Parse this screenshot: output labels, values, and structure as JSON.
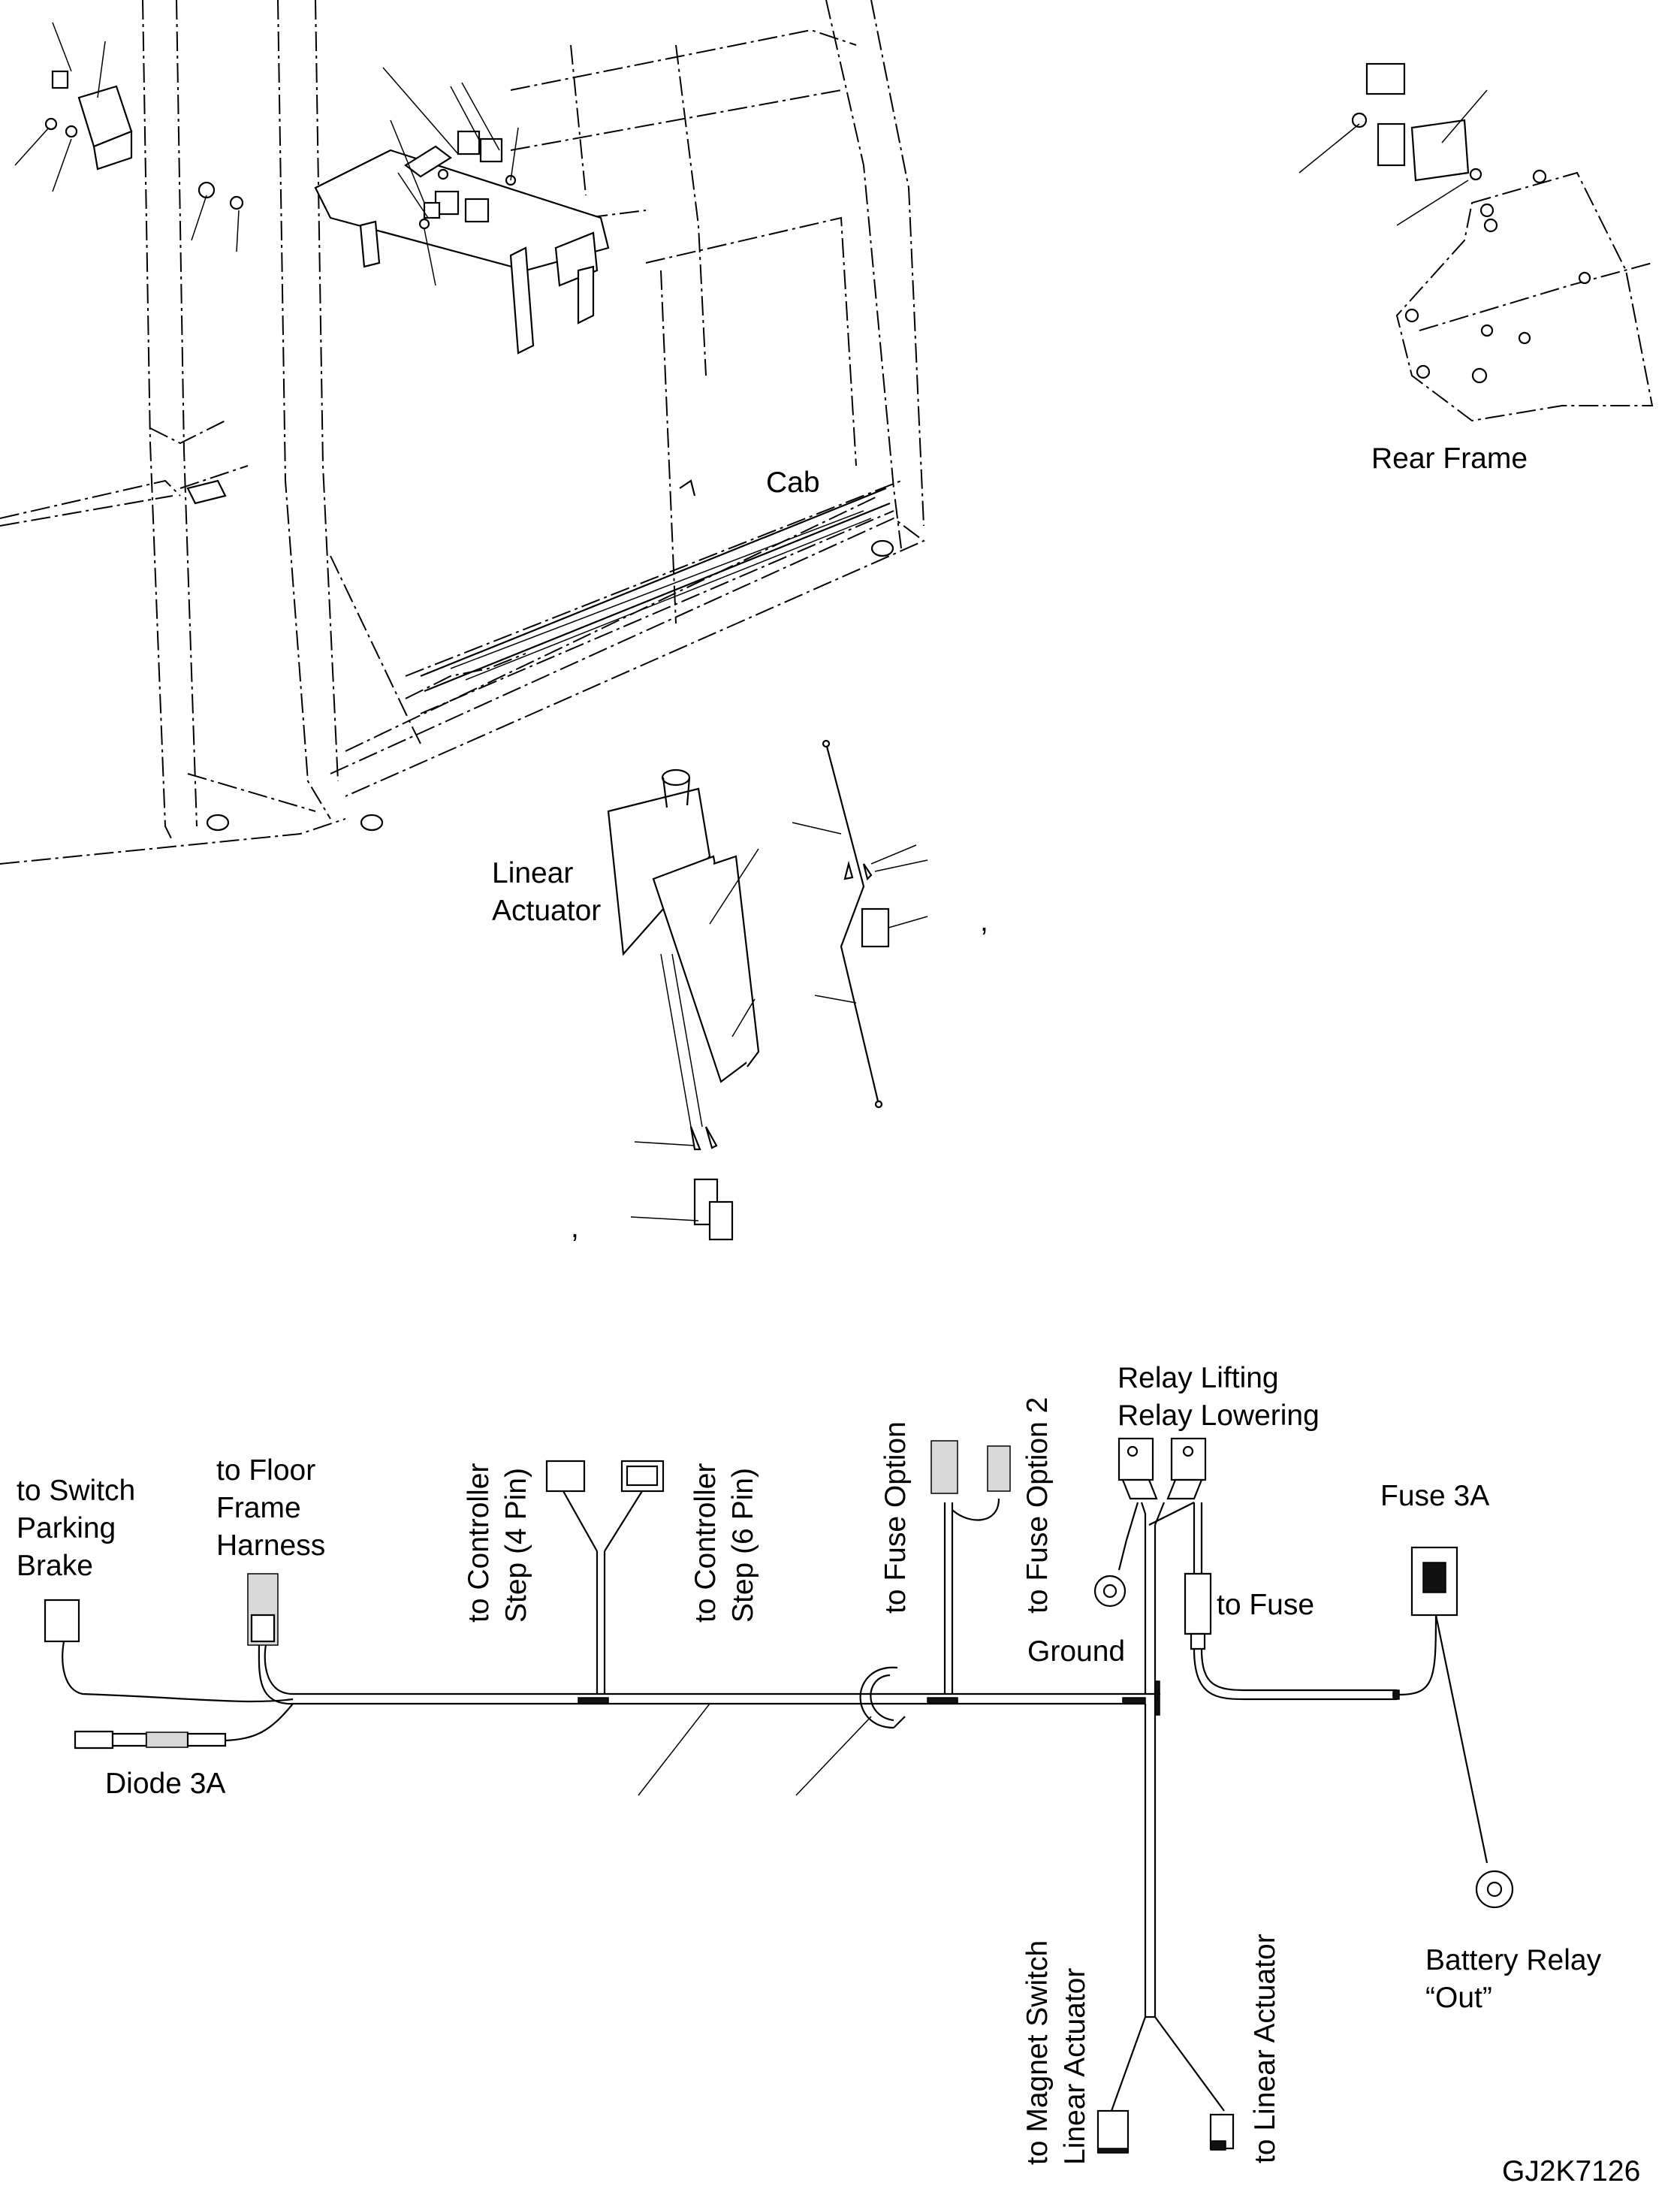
{
  "diagram_id": "GJ2K7126",
  "labels": {
    "rear_frame": "Rear Frame",
    "cab": "Cab",
    "linear_actuator": "Linear\nActuator",
    "comma_a": ",",
    "comma_b": ",",
    "to_switch_parking_brake": "to Switch\nParking\nBrake",
    "to_floor_frame_harness": "to Floor\nFrame\nHarness",
    "diode_3a": "Diode 3A",
    "to_controller_step_4pin": "to Controller\nStep (4 Pin)",
    "to_controller_step_6pin": "to Controller\nStep (6 Pin)",
    "to_fuse_option": "to Fuse Option",
    "to_fuse_option_2": "to Fuse Option 2",
    "relay_lifting_lowering": "Relay Lifting\nRelay Lowering",
    "fuse_3a": "Fuse 3A",
    "to_fuse": "to Fuse",
    "ground": "Ground",
    "battery_relay_out": "Battery Relay\n“Out”",
    "to_magnet_switch": "to Magnet Switch\nLinear Actuator",
    "to_linear_actuator": "to Linear Actuator"
  }
}
